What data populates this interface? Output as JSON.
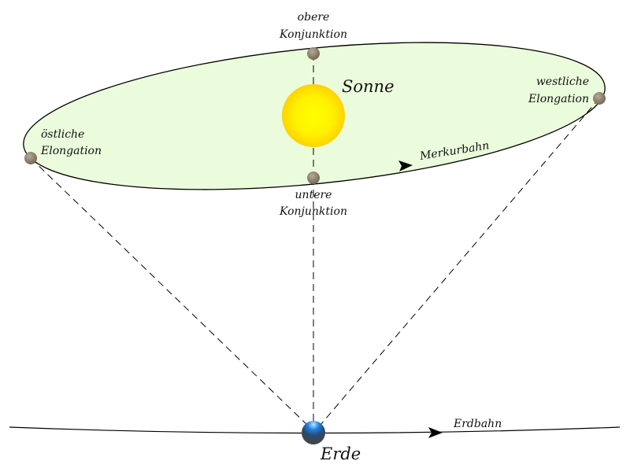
{
  "labels": {
    "obere": [
      "obere",
      "Konjunktion"
    ],
    "untere": [
      "untere",
      "Konjunktion"
    ],
    "oestlich": [
      "östliche",
      "Elongation"
    ],
    "westlich": [
      "westliche",
      "Elongation"
    ],
    "sonne": "Sonne",
    "merkurbahn": "Merkurbahn",
    "erdbahn": "Erdbahn",
    "erde": "Erde"
  },
  "colors": {
    "orbit_fill": "#ebfcdc",
    "sun": "#ffdd00",
    "sun_core": "#ffff00",
    "planet": "#8b7d6b",
    "earth": "#1e7fe0"
  }
}
